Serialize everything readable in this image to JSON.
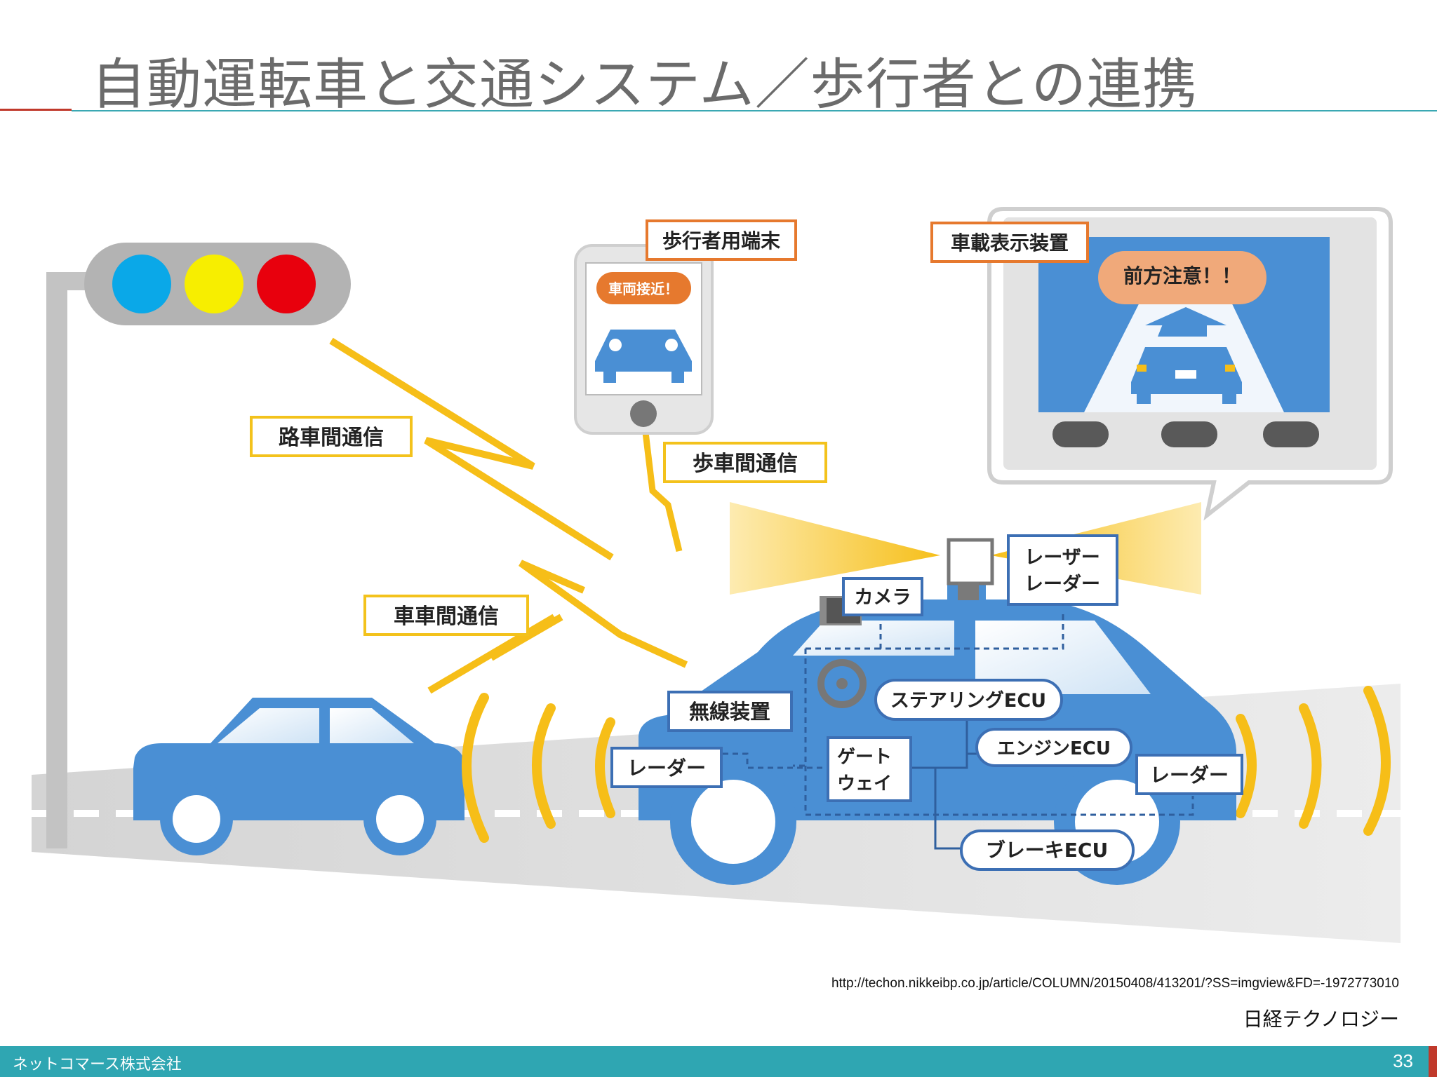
{
  "slide": {
    "title": "自動運転車と交通システム／歩行者との連携",
    "source_url": "http://techon.nikkeibp.co.jp/article/COLUMN/20150408/413201/?SS=imgview&FD=-1972773010",
    "credit": "日経テクノロジー",
    "company": "ネットコマース株式会社",
    "page_number": "33"
  },
  "diagram": {
    "labels": {
      "pedestrian_terminal": "歩行者用端末",
      "vehicle_approaching": "車両接近！",
      "in_vehicle_display": "車載表示装置",
      "caution_ahead": "前方注意！！",
      "road_vehicle_comm": "路車間通信",
      "pedestrian_vehicle_comm": "歩車間通信",
      "vehicle_vehicle_comm": "車車間通信",
      "camera": "カメラ",
      "laser_radar_line1": "レーザー",
      "laser_radar_line2": "レーダー",
      "wireless_device": "無線装置",
      "steering_ecu": "ステアリングECU",
      "radar_rear": "レーダー",
      "gateway_line1": "ゲート",
      "gateway_line2": "ウェイ",
      "engine_ecu": "エンジンECU",
      "radar_front": "レーダー",
      "brake_ecu": "ブレーキECU"
    },
    "colors": {
      "car_blue": "#4a8fd4",
      "signal_blue": "#0aa8e8",
      "signal_yellow": "#f7ee00",
      "signal_red": "#e8000d",
      "lightning": "#f6be18",
      "label_border_yellow": "#f3c21c",
      "label_border_blue": "#3c6fb4",
      "label_border_orange": "#e6792e",
      "bubble_orange": "#f0a97a"
    }
  }
}
